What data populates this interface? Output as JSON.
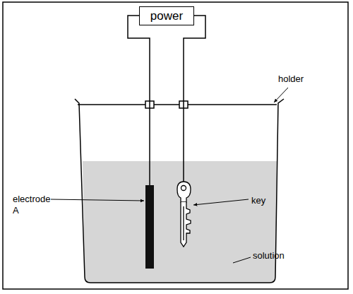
{
  "diagram": {
    "nodes": [
      {
        "text": [
          "power"
        ]
      }
    ],
    "labels": [
      "holder",
      "electrode A",
      "key",
      "solution"
    ]
  }
}
